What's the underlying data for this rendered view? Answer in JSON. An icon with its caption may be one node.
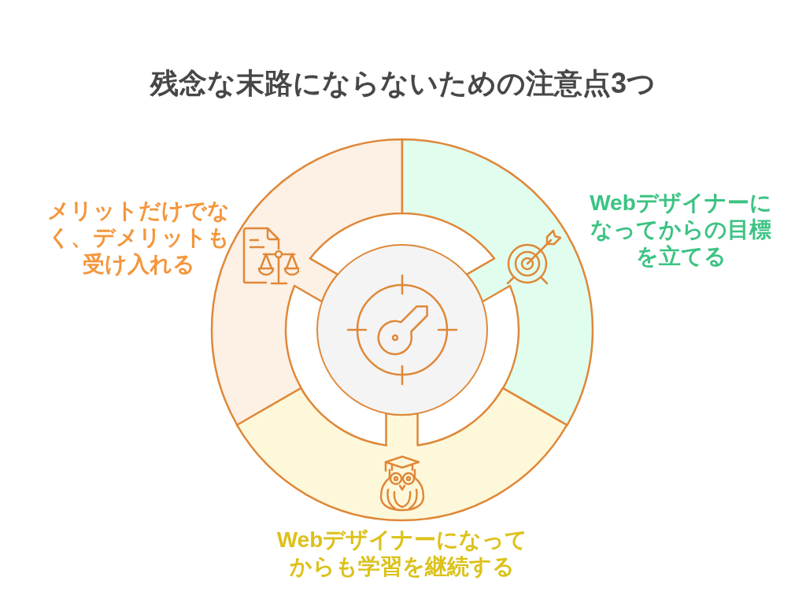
{
  "diagram": {
    "title": "残念な末路にならないための注意点3つ",
    "nodes": [
      {
        "text": [
          "メリットだけでなく、デメリットも受け入れる"
        ]
      },
      {
        "text": [
          "Webデザイナーになってからの目標を立てる"
        ]
      },
      {
        "text": [
          "Webデザイナーになってからも学習を継続する"
        ]
      },
      {
        "text": [],
        "shape": "circle"
      }
    ]
  }
}
